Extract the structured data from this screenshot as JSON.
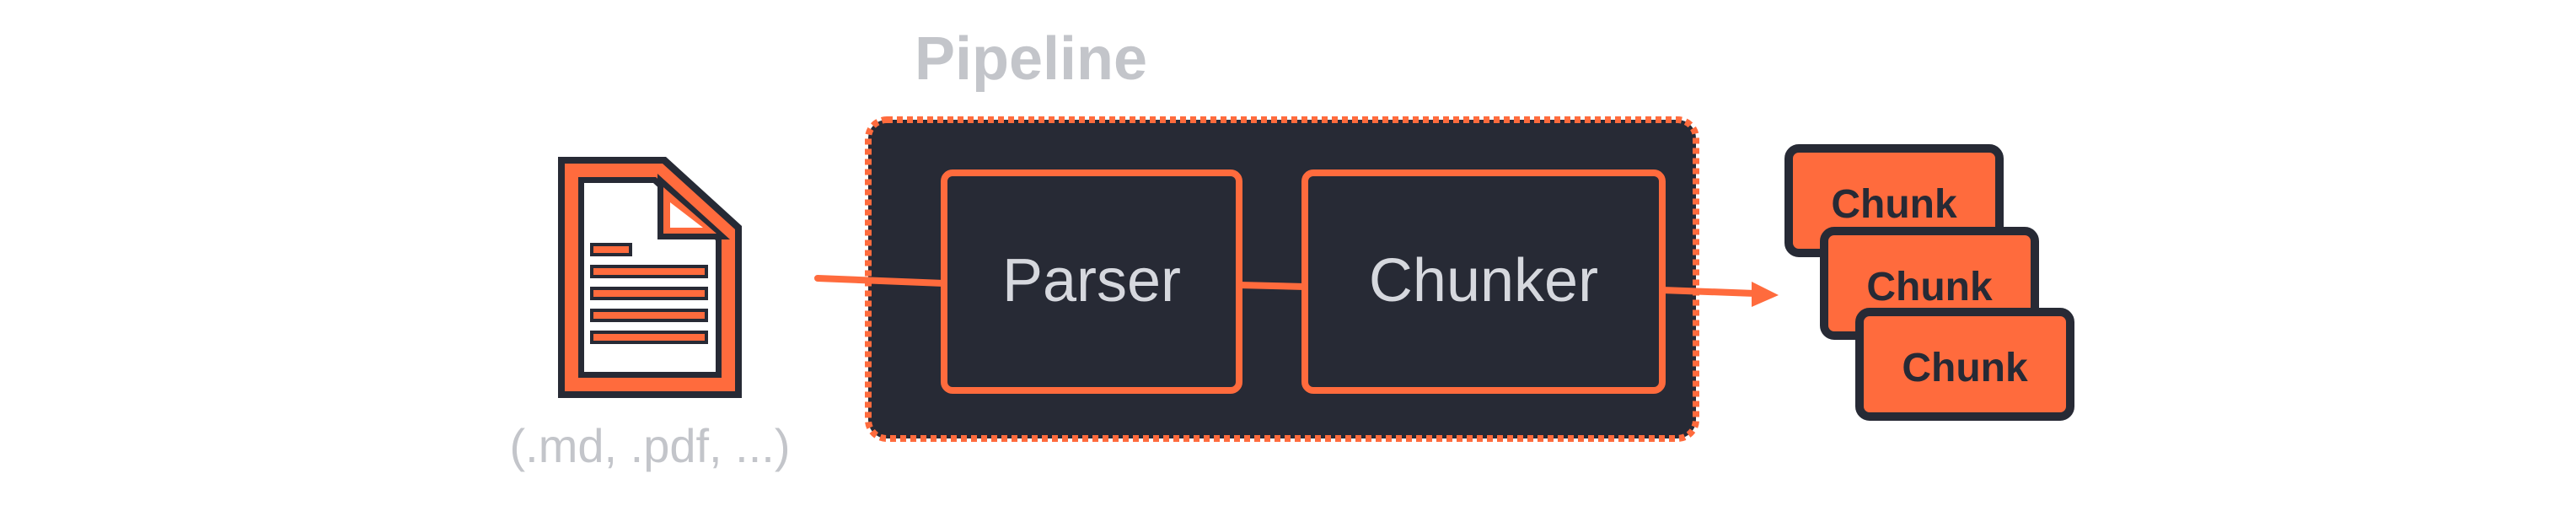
{
  "diagram": {
    "pipeline_title": "Pipeline",
    "input_caption": "(.md, .pdf, ...)",
    "stages": [
      "Parser",
      "Chunker"
    ],
    "outputs": [
      "Chunk",
      "Chunk",
      "Chunk"
    ]
  },
  "icons": {
    "input": "document-icon",
    "flow": "arrow-right-icon"
  },
  "colors": {
    "accent": "#FF6B3D",
    "dark": "#272A35",
    "muted": "#C3C5CA",
    "stage_text": "#D6D8DE",
    "chunk_text": "#272A35",
    "background": "#FFFFFF"
  }
}
